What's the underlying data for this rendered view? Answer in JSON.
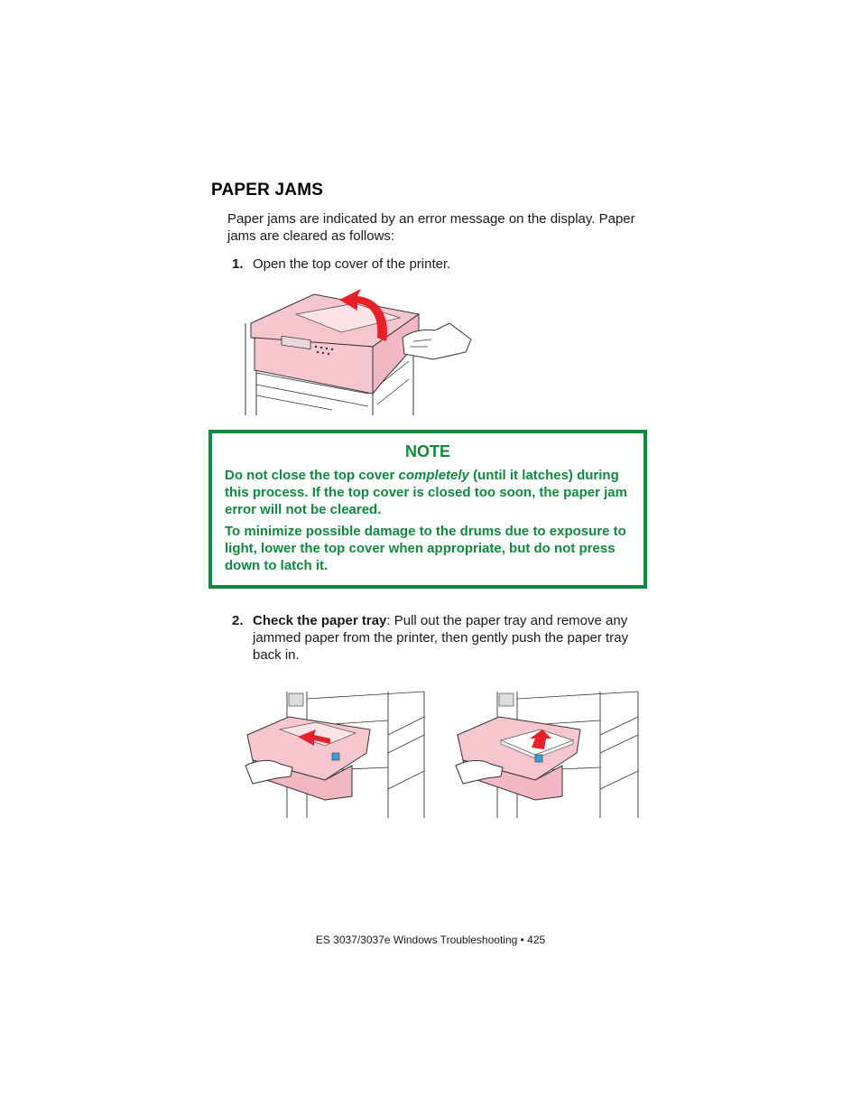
{
  "heading": "PAPER JAMS",
  "intro": "Paper jams are indicated by an error message on the display. Paper jams are cleared as follows:",
  "step1": {
    "number": "1.",
    "text": "Open the top cover of the printer."
  },
  "note": {
    "title": "NOTE",
    "p1_before": "Do not close the top cover ",
    "p1_emph": "completely",
    "p1_after": " (until it latches) during this process. If the top cover is closed too soon, the paper jam error will not be cleared.",
    "p2": "To minimize possible damage to the drums due to exposure to light, lower the top cover when appropriate, but do not press down to latch it."
  },
  "step2": {
    "number": "2.",
    "bold": "Check the paper tray",
    "text": ": Pull out the paper tray and remove any jammed paper from the printer, then gently push the paper tray back in."
  },
  "footer": "ES 3037/3037e Windows Troubleshooting • 425",
  "colors": {
    "accent": "#10893e",
    "illustration_pink": "#f6c6cf",
    "arrow_red": "#e8202a"
  }
}
